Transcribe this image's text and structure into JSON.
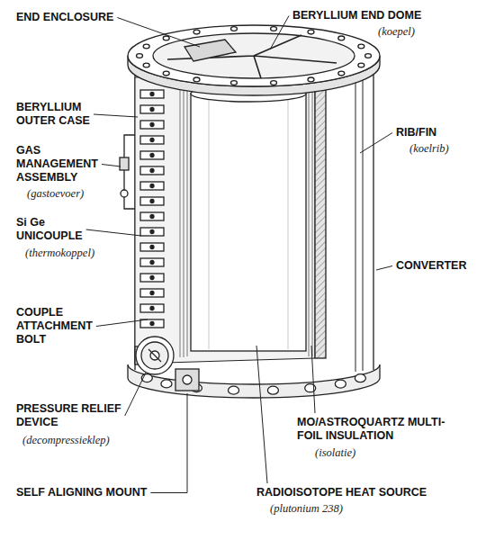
{
  "diagram": {
    "labels": [
      "END ENCLOSURE",
      "BERYLLIUM END DOME",
      "(koepel)",
      "BERYLLIUM OUTER CASE",
      "GAS MANAGEMENT ASSEMBLY",
      "(gastoevoer)",
      "Si Ge UNICOUPLE",
      "(thermokoppel)",
      "RIB/FIN",
      "(koelrib)",
      "CONVERTER",
      "COUPLE ATTACHMENT BOLT",
      "PRESSURE RELIEF DEVICE",
      "(decompressieklep)",
      "SELF ALIGNING MOUNT",
      "MO/ASTROQUARTZ MULTI-FOIL INSULATION",
      "(isolatie)",
      "RADIOISOTOPE HEAT SOURCE",
      "(plutonium 238)"
    ]
  }
}
